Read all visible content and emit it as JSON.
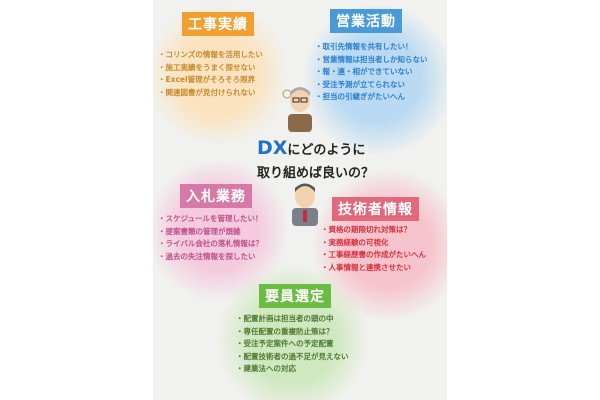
{
  "center": {
    "highlight": "DX",
    "line1_rest": "にどのように",
    "line2": "取り組めば良いの？"
  },
  "sections": {
    "construction": {
      "title": "工事実績",
      "color": "#f0a030",
      "items": [
        "コリンズの情報を活用したい",
        "施工実績をうまく探せない",
        "Excel管理がそろそろ限界",
        "関連図書が見付けられない"
      ]
    },
    "sales": {
      "title": "営業活動",
      "color": "#4a9ad8",
      "items": [
        "取引先情報を共有したい！",
        "営業情報は担当者しか知らない",
        "報・連・相ができていない",
        "受注予測が立てられない",
        "担当の引継ぎがたいへん"
      ]
    },
    "bidding": {
      "title": "入札業務",
      "color": "#d678a8",
      "items": [
        "スケジュールを管理したい！",
        "提案書類の管理が煩雑",
        "ライバル会社の落札情報は？",
        "過去の失注情報を探したい"
      ]
    },
    "engineers": {
      "title": "技術者情報",
      "color": "#e2687e",
      "items": [
        "資格の期限切れ対策は？",
        "実務経験の可視化",
        "工事経歴書の作成がたいへん",
        "人事情報と連携させたい"
      ]
    },
    "staffing": {
      "title": "要員選定",
      "color": "#6cbb44",
      "items": [
        "配置計画は担当者の頭の中",
        "専任配置の重複防止策は？",
        "受注予定案件への予定配置",
        "配置技術者の過不足が見えない",
        "建業法への対応"
      ]
    }
  }
}
